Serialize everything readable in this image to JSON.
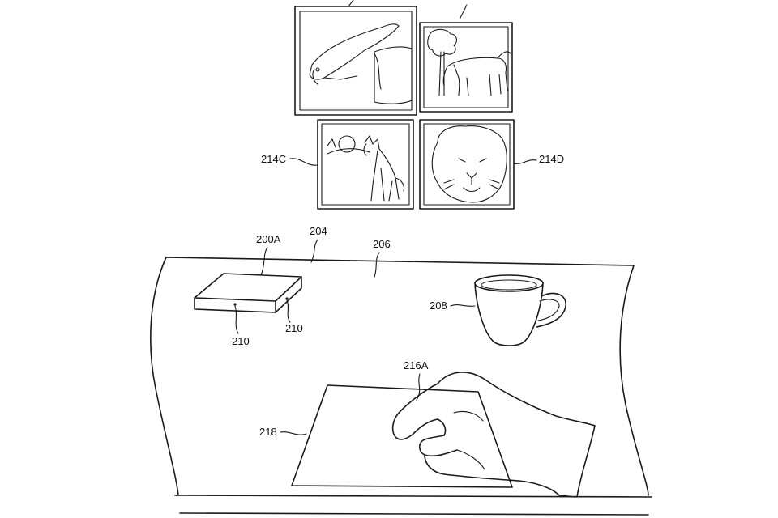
{
  "labels": {
    "panel_c": "214C",
    "panel_d": "214D",
    "device": "200A",
    "surface_edge": "204",
    "surface": "206",
    "cup": "208",
    "sensor_left": "210",
    "sensor_right": "210",
    "hand": "216A",
    "touch_area": "218"
  },
  "colors": {
    "line": "#1a1a1a",
    "background": "#ffffff"
  }
}
